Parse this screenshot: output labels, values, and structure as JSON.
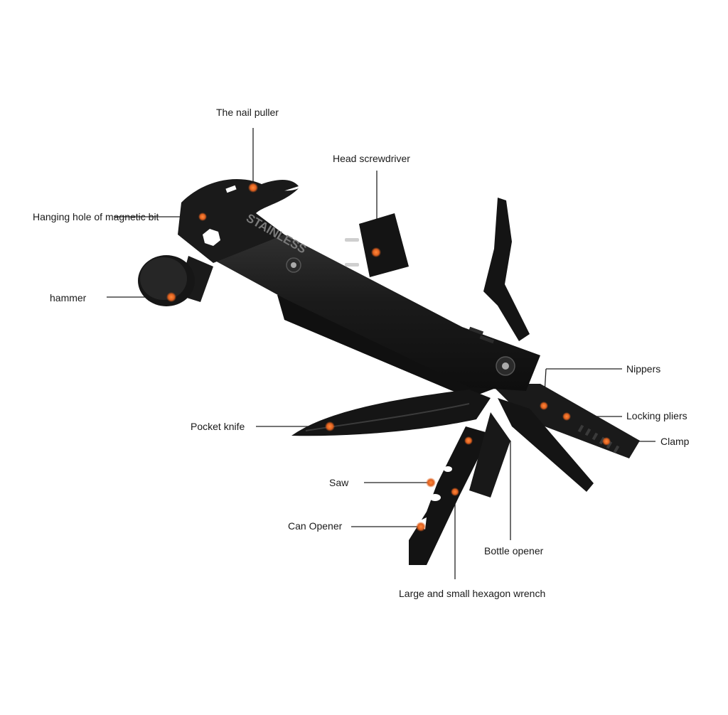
{
  "labels": {
    "nail_puller": "The nail puller",
    "head_screwdriver": "Head screwdriver",
    "hanging_hole": "Hanging hole of magnetic bit",
    "hammer": "hammer",
    "nippers": "Nippers",
    "locking_pliers": "Locking pliers",
    "clamp": "Clamp",
    "pocket_knife": "Pocket knife",
    "saw": "Saw",
    "can_opener": "Can Opener",
    "bottle_opener": "Bottle opener",
    "hex_wrench": "Large and small hexagon wrench"
  },
  "engraving": "STAINLESS",
  "colors": {
    "tool_body": "#1b1b1b",
    "tool_highlight": "#3a3a3a",
    "marker": "#e0601e",
    "leader_line": "#222222"
  }
}
